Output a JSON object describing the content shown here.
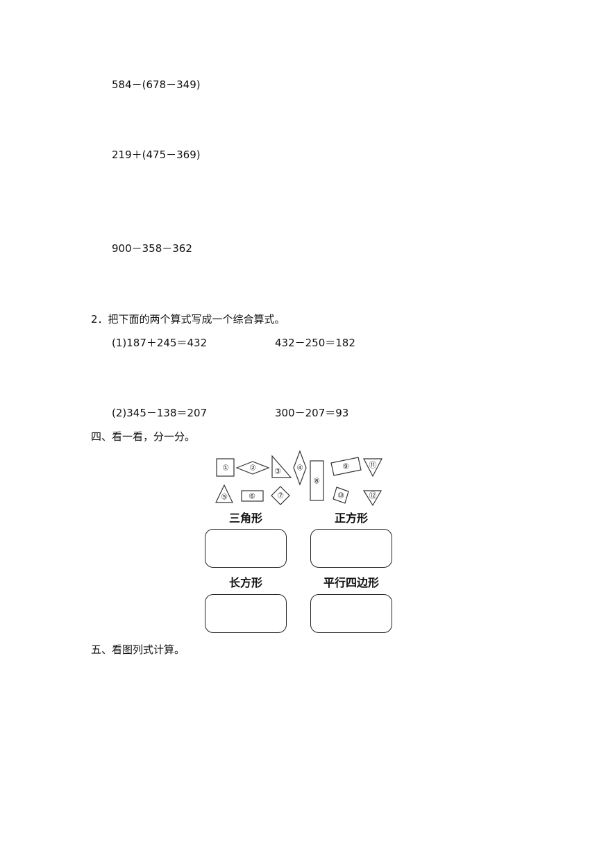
{
  "expressions": [
    "584－(678－349)",
    "219＋(475－369)",
    "900－358－362"
  ],
  "q2": {
    "title": "2．把下面的两个算式写成一个综合算式。",
    "row1": {
      "left": "(1)187＋245＝432",
      "right": "432－250＝182"
    },
    "row2": {
      "left": "(2)345－138＝207",
      "right": "300－207＝93"
    }
  },
  "section4": {
    "title": "四、看一看，分一分。",
    "shape_numbers": [
      "①",
      "②",
      "③",
      "④",
      "⑤",
      "⑥",
      "⑦",
      "⑧",
      "⑨",
      "⑩",
      "⑪",
      "⑫"
    ],
    "categories": [
      "三角形",
      "正方形",
      "长方形",
      "平行四边形"
    ]
  },
  "section5": {
    "title": "五、看图列式计算。"
  }
}
